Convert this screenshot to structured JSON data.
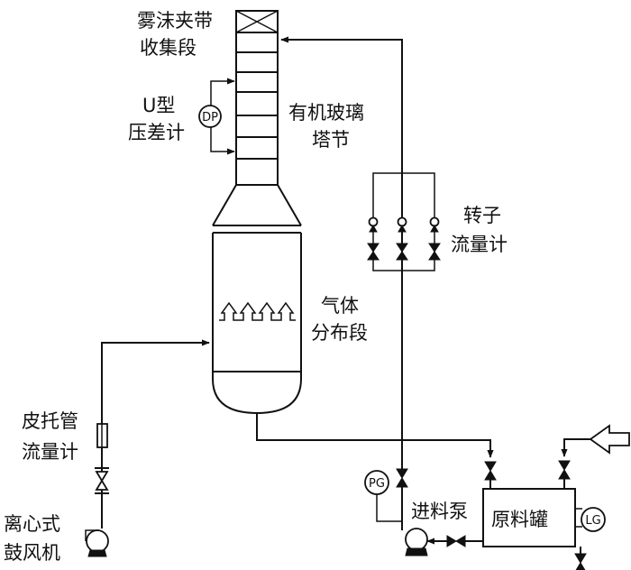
{
  "labels": {
    "mist_section_line1": "雾沫夹带",
    "mist_section_line2": "收集段",
    "u_manometer_line1": "U型",
    "u_manometer_line2": "压差计",
    "plexiglass_line1": "有机玻璃",
    "plexiglass_line2": "塔节",
    "rotameter_line1": "转子",
    "rotameter_line2": "流量计",
    "gas_dist_line1": "气体",
    "gas_dist_line2": "分布段",
    "pitot_line1": "皮托管",
    "pitot_line2": "流量计",
    "blower_line1": "离心式",
    "blower_line2": "鼓风机",
    "feed_pump": "进料泵",
    "raw_tank": "原料罐"
  },
  "instruments": {
    "dp": "DP",
    "pg": "PG",
    "lg": "LG"
  },
  "colors": {
    "line": "#111111",
    "background": "#ffffff"
  }
}
